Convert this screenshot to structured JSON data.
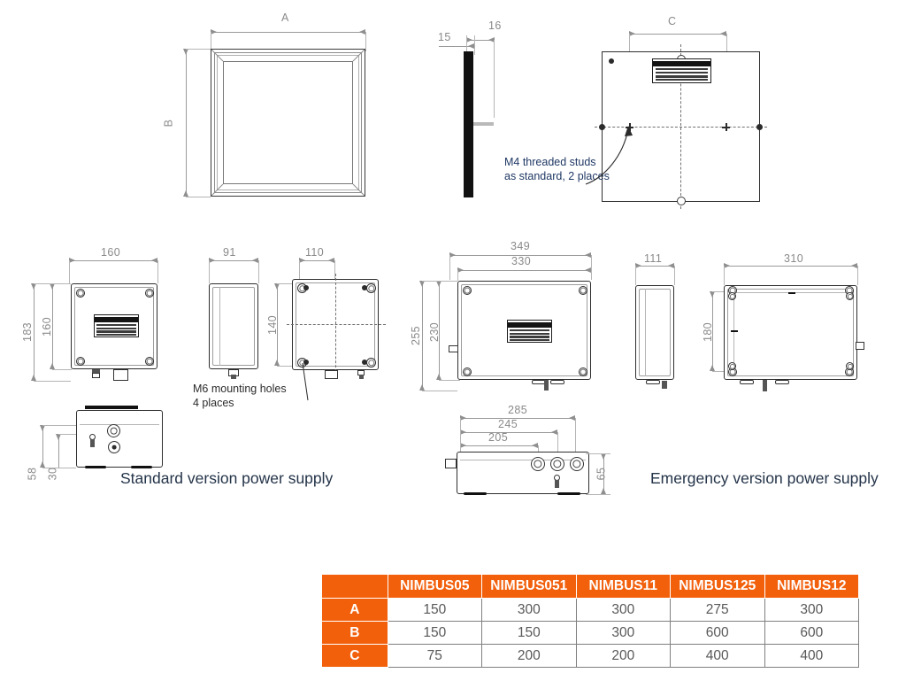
{
  "views": {
    "front_luminaire": {
      "dim_width": "A",
      "dim_height": "B"
    },
    "side_luminaire": {
      "dim_depth_total": "16",
      "dim_depth_front": "15"
    },
    "rear_luminaire": {
      "dim_stud_spacing": "C",
      "note_line1": "M4 threaded studs",
      "note_line2": "as standard, 2 places"
    },
    "standard_supply": {
      "front_width": "160",
      "front_height_overall": "183",
      "front_height_body": "160",
      "side_depth": "91",
      "rear_hole_spacing_x": "110",
      "rear_hole_spacing_y": "140",
      "note_line1": "M6 mounting holes",
      "note_line2": "4 places",
      "bottom_height_overall": "58",
      "bottom_height_inner": "30",
      "caption": "Standard version power supply"
    },
    "emergency_supply": {
      "front_width_overall": "349",
      "front_width_body": "330",
      "front_height_overall": "255",
      "front_height_body": "230",
      "side_depth": "111",
      "rear_width": "310",
      "rear_height": "180",
      "bottom_dim_outer": "285",
      "bottom_dim_mid": "245",
      "bottom_dim_inner": "205",
      "bottom_depth": "65",
      "caption": "Emergency version power supply"
    }
  },
  "spec_table": {
    "corner_label": "",
    "columns": [
      "NIMBUS05",
      "NIMBUS051",
      "NIMBUS11",
      "NIMBUS125",
      "NIMBUS12"
    ],
    "rows": [
      {
        "label": "A",
        "values": [
          "150",
          "300",
          "300",
          "275",
          "300"
        ]
      },
      {
        "label": "B",
        "values": [
          "150",
          "150",
          "300",
          "600",
          "600"
        ]
      },
      {
        "label": "C",
        "values": [
          "75",
          "200",
          "200",
          "400",
          "400"
        ]
      }
    ]
  },
  "colors": {
    "table_header": "#F2600C",
    "table_value_text": "#595959",
    "dimension_text": "#8a8a8a",
    "note_text": "#1f3864",
    "caption_text": "#243449"
  }
}
